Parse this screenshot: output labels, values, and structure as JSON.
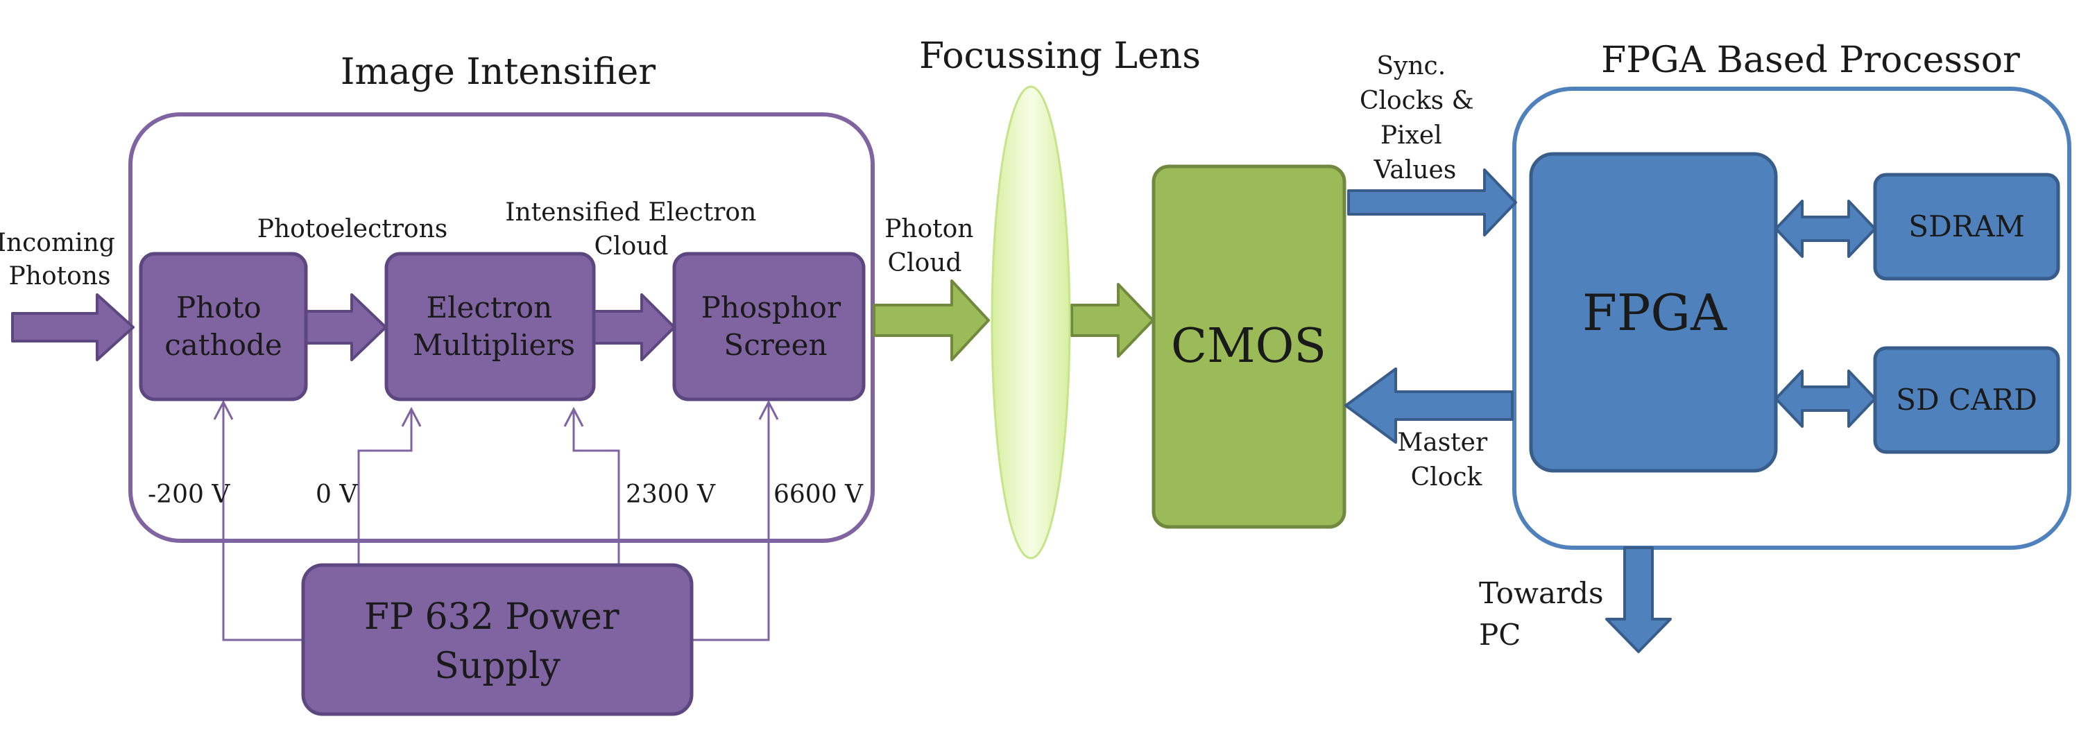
{
  "titles": {
    "image_intensifier": "Image Intensifier",
    "focussing_lens": "Focussing Lens",
    "fpga_processor": "FPGA Based Processor"
  },
  "blocks": {
    "photo_cathode": [
      "Photo",
      "cathode"
    ],
    "electron_multipliers": [
      "Electron",
      "Multipliers"
    ],
    "phosphor_screen": [
      "Phosphor",
      "Screen"
    ],
    "power_supply": [
      "FP 632 Power",
      "Supply"
    ],
    "cmos": "CMOS",
    "fpga": "FPGA",
    "sdram": "SDRAM",
    "sd_card": "SD CARD"
  },
  "labels": {
    "incoming_photons": [
      "Incoming",
      "Photons"
    ],
    "photoelectrons": "Photoelectrons",
    "intensified_cloud": [
      "Intensified Electron",
      "Cloud"
    ],
    "photon_cloud": [
      "Photon",
      "Cloud"
    ],
    "sync": [
      "Sync.",
      "Clocks &",
      "Pixel",
      "Values"
    ],
    "master_clock": [
      "Master",
      "Clock"
    ],
    "towards_pc": [
      "Towards",
      "PC"
    ]
  },
  "voltages": [
    "-200 V",
    "0 V",
    "2300 V",
    "6600 V"
  ],
  "colors": {
    "purple_fill": "#8064A2",
    "purple_stroke": "#5C4780",
    "green_fill": "#9BBB59",
    "green_stroke": "#71893F",
    "blue_fill": "#4F81BD",
    "blue_stroke": "#385D8A",
    "lens_fill": "#EAF7C8"
  }
}
